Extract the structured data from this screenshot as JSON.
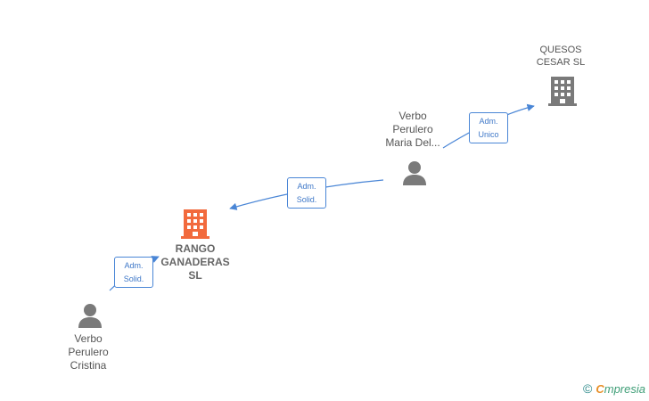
{
  "colors": {
    "edge": "#4a86d6",
    "company_main": "#f26a3d",
    "company_other": "#7a7a7a",
    "person": "#7a7a7a"
  },
  "nodes": {
    "quesos": {
      "line1": "QUESOS",
      "line2": "CESAR  SL",
      "icon": "building-icon"
    },
    "rango": {
      "line1": "RANGO",
      "line2": "GANADERAS",
      "line3": "SL",
      "icon": "building-icon"
    },
    "maria": {
      "line1": "Verbo",
      "line2": "Perulero",
      "line3": "Maria Del...",
      "icon": "person-icon"
    },
    "cristina": {
      "line1": "Verbo",
      "line2": "Perulero",
      "line3": "Cristina",
      "icon": "person-icon"
    }
  },
  "edges": {
    "maria_quesos": {
      "line1": "Adm.",
      "line2": "Unico"
    },
    "maria_rango": {
      "line1": "Adm.",
      "line2": "Solid."
    },
    "cristina_rango": {
      "line1": "Adm.",
      "line2": "Solid."
    }
  },
  "footer": {
    "copyright": "©",
    "brand_first": "C",
    "brand_rest": "mpresia"
  }
}
